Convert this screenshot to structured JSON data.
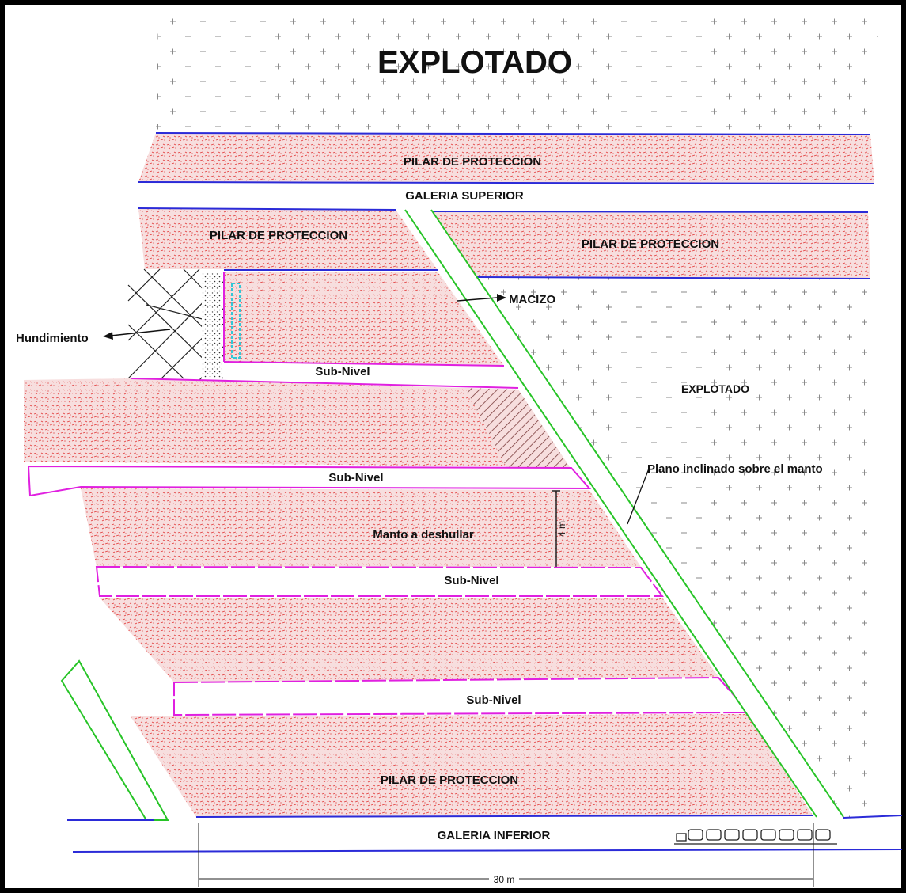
{
  "title": "EXPLOTADO",
  "labels": {
    "pilar_top": "PILAR DE PROTECCION",
    "galeria_superior": "GALERIA SUPERIOR",
    "pilar_left": "PILAR DE PROTECCION",
    "pilar_right": "PILAR DE PROTECCION",
    "macizo": "MACIZO",
    "hundimiento": "Hundimiento",
    "subnivel_1": "Sub-Nivel",
    "explotado_right": "EXPLOTADO",
    "subnivel_2": "Sub-Nivel",
    "plano_inclinado": "Plano inclinado sobre el manto",
    "manto": "Manto a deshullar",
    "thickness": "4 m",
    "subnivel_3": "Sub-Nivel",
    "subnivel_4": "Sub-Nivel",
    "pilar_bottom": "PILAR DE PROTECCION",
    "galeria_inferior": "GALERIA INFERIOR",
    "dimension": "30 m"
  },
  "colors": {
    "frame": "#000000",
    "coal_fill": "#f6dada",
    "coal_dots": "#e33a3a",
    "blue_line": "#2b2bd8",
    "magenta_line": "#e020e0",
    "green_line": "#27c427",
    "cross_mark": "#8a8a8a",
    "text": "#111111"
  }
}
